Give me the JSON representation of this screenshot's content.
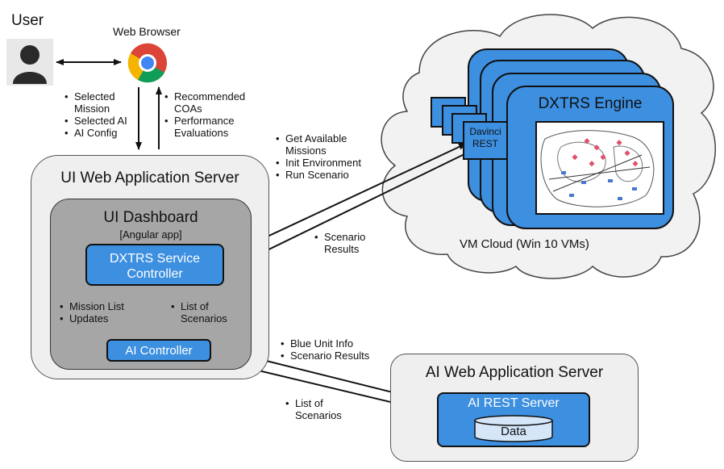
{
  "user": {
    "label": "User"
  },
  "browser": {
    "label": "Web Browser"
  },
  "to_server_list": [
    "Selected",
    "Mission",
    "Selected AI",
    "AI Config"
  ],
  "from_server_list": [
    "Recommended",
    "COAs",
    "Performance",
    "Evaluations"
  ],
  "cloud_requests": [
    "Get Available",
    "Missions",
    "Init Environment",
    "Run Scenario"
  ],
  "cloud_results": [
    "Scenario",
    "Results"
  ],
  "ui_server": {
    "title": "UI Web Application Server"
  },
  "dashboard": {
    "title": "UI Dashboard",
    "subtitle": "[Angular app]"
  },
  "service_controller": {
    "line1": "DXTRS Service",
    "line2": "Controller"
  },
  "ctrl_down": [
    "Mission List",
    "Updates"
  ],
  "ctrl_up": [
    "List of",
    "Scenarios"
  ],
  "ai_controller": {
    "label": "AI Controller"
  },
  "ai_requests": [
    "Blue Unit Info",
    "Scenario Results"
  ],
  "ai_results": [
    "List of",
    "Scenarios"
  ],
  "ai_server": {
    "title": "AI Web Application Server"
  },
  "ai_rest": {
    "label": "AI REST Server"
  },
  "data_store": {
    "label": "Data"
  },
  "engine": {
    "title": "DXTRS Engine"
  },
  "davinci": {
    "line1": "Davinci",
    "line2": "REST"
  },
  "cloud": {
    "label": "VM Cloud (Win 10 VMs)"
  }
}
